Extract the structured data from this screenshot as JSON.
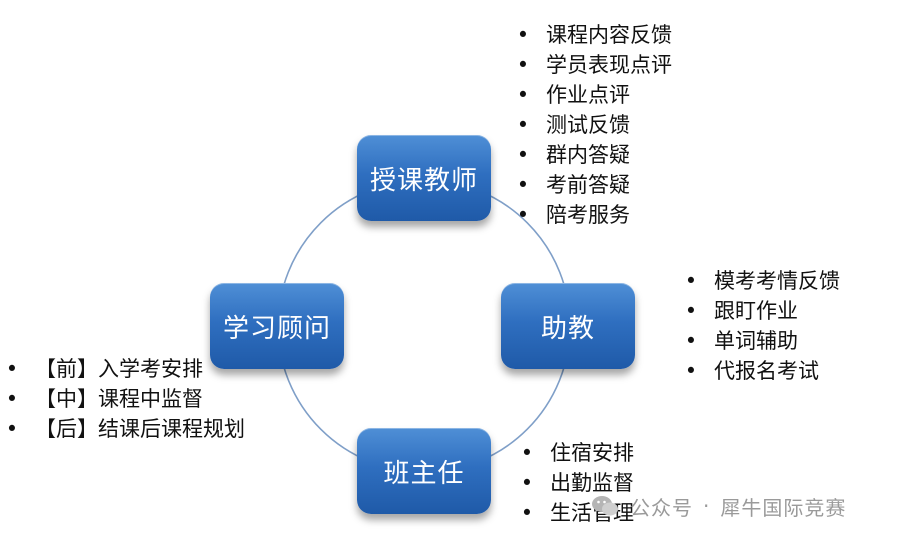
{
  "nodes": {
    "teacher": "授课教师",
    "assistant": "助教",
    "class_teacher": "班主任",
    "advisor": "学习顾问"
  },
  "lists": {
    "teacher": [
      "课程内容反馈",
      "学员表现点评",
      "作业点评",
      "测试反馈",
      "群内答疑",
      "考前答疑",
      "陪考服务"
    ],
    "assistant": [
      "模考考情反馈",
      "跟盯作业",
      "单词辅助",
      "代报名考试"
    ],
    "class_teacher": [
      "住宿安排",
      "出勤监督",
      "生活管理"
    ],
    "advisor": [
      "【前】入学考安排",
      "【中】课程中监督",
      "【后】结课后课程规划"
    ]
  },
  "bullet": "•",
  "watermark": {
    "separator": "·",
    "account": "犀牛国际竞赛",
    "platform": "公众号"
  },
  "colors": {
    "node_fill": "#2f6fc0",
    "ring": "#7f9fc8",
    "watermark": "#9a9a9a"
  }
}
